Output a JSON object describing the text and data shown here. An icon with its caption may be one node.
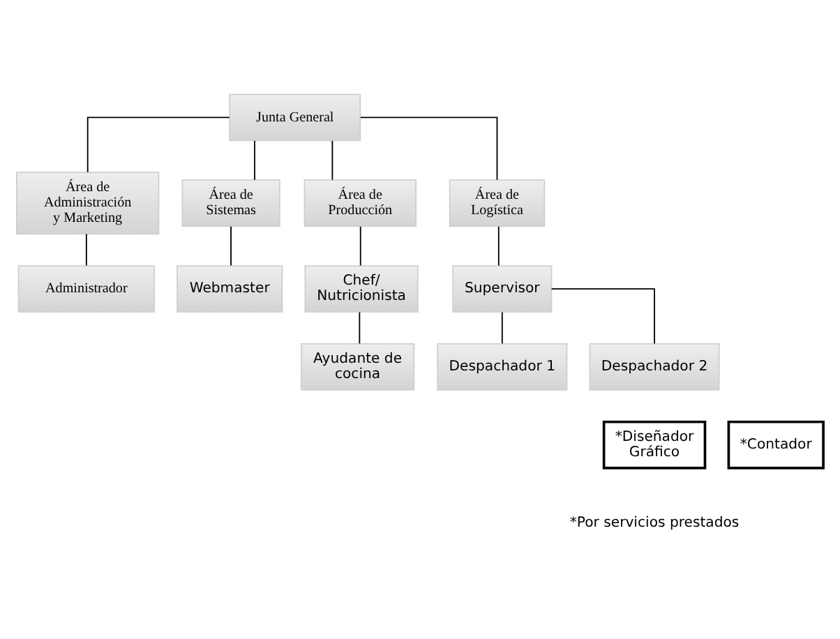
{
  "diagram": {
    "nodes": [
      {
        "text": [
          "Junta General"
        ]
      },
      {
        "text": [
          "Área de Administración y Marketing"
        ]
      },
      {
        "text": [
          "Área de Sistemas"
        ]
      },
      {
        "text": [
          "Área de Producción"
        ]
      },
      {
        "text": [
          "Área de Logística"
        ]
      },
      {
        "text": [
          "Administrador"
        ]
      },
      {
        "text": [
          "Webmaster"
        ]
      },
      {
        "text": [
          "Chef/ Nutricionista"
        ]
      },
      {
        "text": [
          "Ayudante de cocina"
        ]
      },
      {
        "text": [
          "Supervisor"
        ]
      },
      {
        "text": [
          "Despachador 1"
        ]
      },
      {
        "text": [
          "Despachador 2"
        ]
      },
      {
        "text": [
          "*Diseñador Gráfico"
        ]
      },
      {
        "text": [
          "*Contador"
        ]
      }
    ],
    "edges": [
      {
        "from": 0,
        "to": 1,
        "arrow": "none"
      },
      {
        "from": 0,
        "to": 2,
        "arrow": "none"
      },
      {
        "from": 0,
        "to": 3,
        "arrow": "none"
      },
      {
        "from": 0,
        "to": 4,
        "arrow": "none"
      },
      {
        "from": 1,
        "to": 5,
        "arrow": "none"
      },
      {
        "from": 2,
        "to": 6,
        "arrow": "none"
      },
      {
        "from": 3,
        "to": 7,
        "arrow": "none"
      },
      {
        "from": 7,
        "to": 8,
        "arrow": "none"
      },
      {
        "from": 4,
        "to": 9,
        "arrow": "none"
      },
      {
        "from": 9,
        "to": 10,
        "arrow": "none"
      },
      {
        "from": 9,
        "to": 11,
        "arrow": "none"
      }
    ],
    "labels": [
      "*Por servicios prestados"
    ]
  }
}
